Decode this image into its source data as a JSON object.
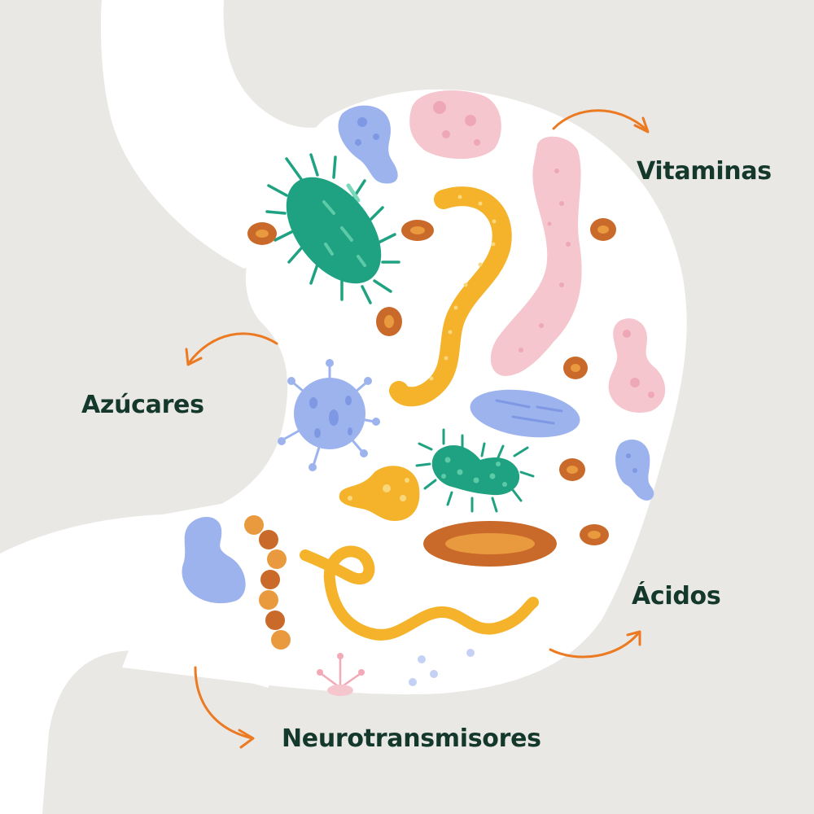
{
  "labels": {
    "vitaminas": "Vitaminas",
    "azucares": "Azúcares",
    "acidos": "Ácidos",
    "neurotransmisores": "Neurotransmisores"
  },
  "colors": {
    "background": "#e9e8e5",
    "organ": "#ffffff",
    "label_text": "#14382c",
    "arrow": "#ec7a22",
    "green_bacteria": "#1fa281",
    "yellow": "#f4b32a",
    "pink": "#f6c6ce",
    "blue": "#9db3ee",
    "brown": "#c96a2a"
  },
  "icons": [
    "gut-outline",
    "bacteria",
    "virus",
    "arrow"
  ]
}
